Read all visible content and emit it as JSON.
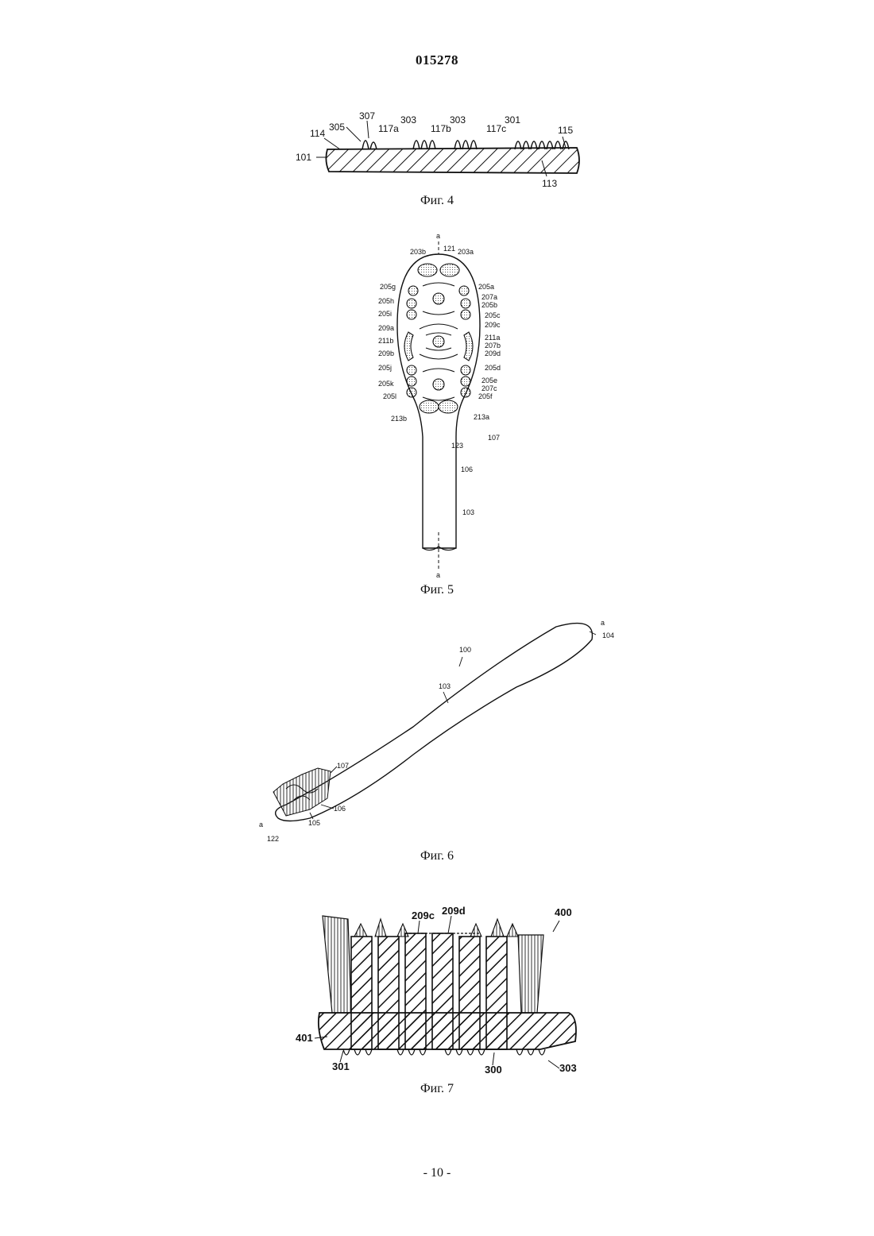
{
  "header": {
    "doc_number": "015278"
  },
  "figures": [
    {
      "caption": "Фиг. 4",
      "labels": [
        "307",
        "305",
        "114",
        "117a",
        "303",
        "117b",
        "303",
        "117c",
        "301",
        "115",
        "101",
        "113"
      ]
    },
    {
      "caption": "Фиг. 5",
      "labels": [
        "a",
        "121",
        "203b",
        "203a",
        "205g",
        "205a",
        "205h",
        "207a",
        "205b",
        "205i",
        "205c",
        "209a",
        "209c",
        "211b",
        "211a",
        "207b",
        "209b",
        "209d",
        "205j",
        "205d",
        "205k",
        "205e",
        "207c",
        "205l",
        "205f",
        "213b",
        "213a",
        "107",
        "123",
        "106",
        "103",
        "a"
      ]
    },
    {
      "caption": "Фиг. 6",
      "labels": [
        "a",
        "104",
        "100",
        "103",
        "107",
        "106",
        "105",
        "a",
        "122"
      ]
    },
    {
      "caption": "Фиг. 7",
      "labels": [
        "209c",
        "209d",
        "400",
        "401",
        "301",
        "300",
        "303"
      ]
    }
  ],
  "footer": {
    "page_label": "- 10 -"
  }
}
